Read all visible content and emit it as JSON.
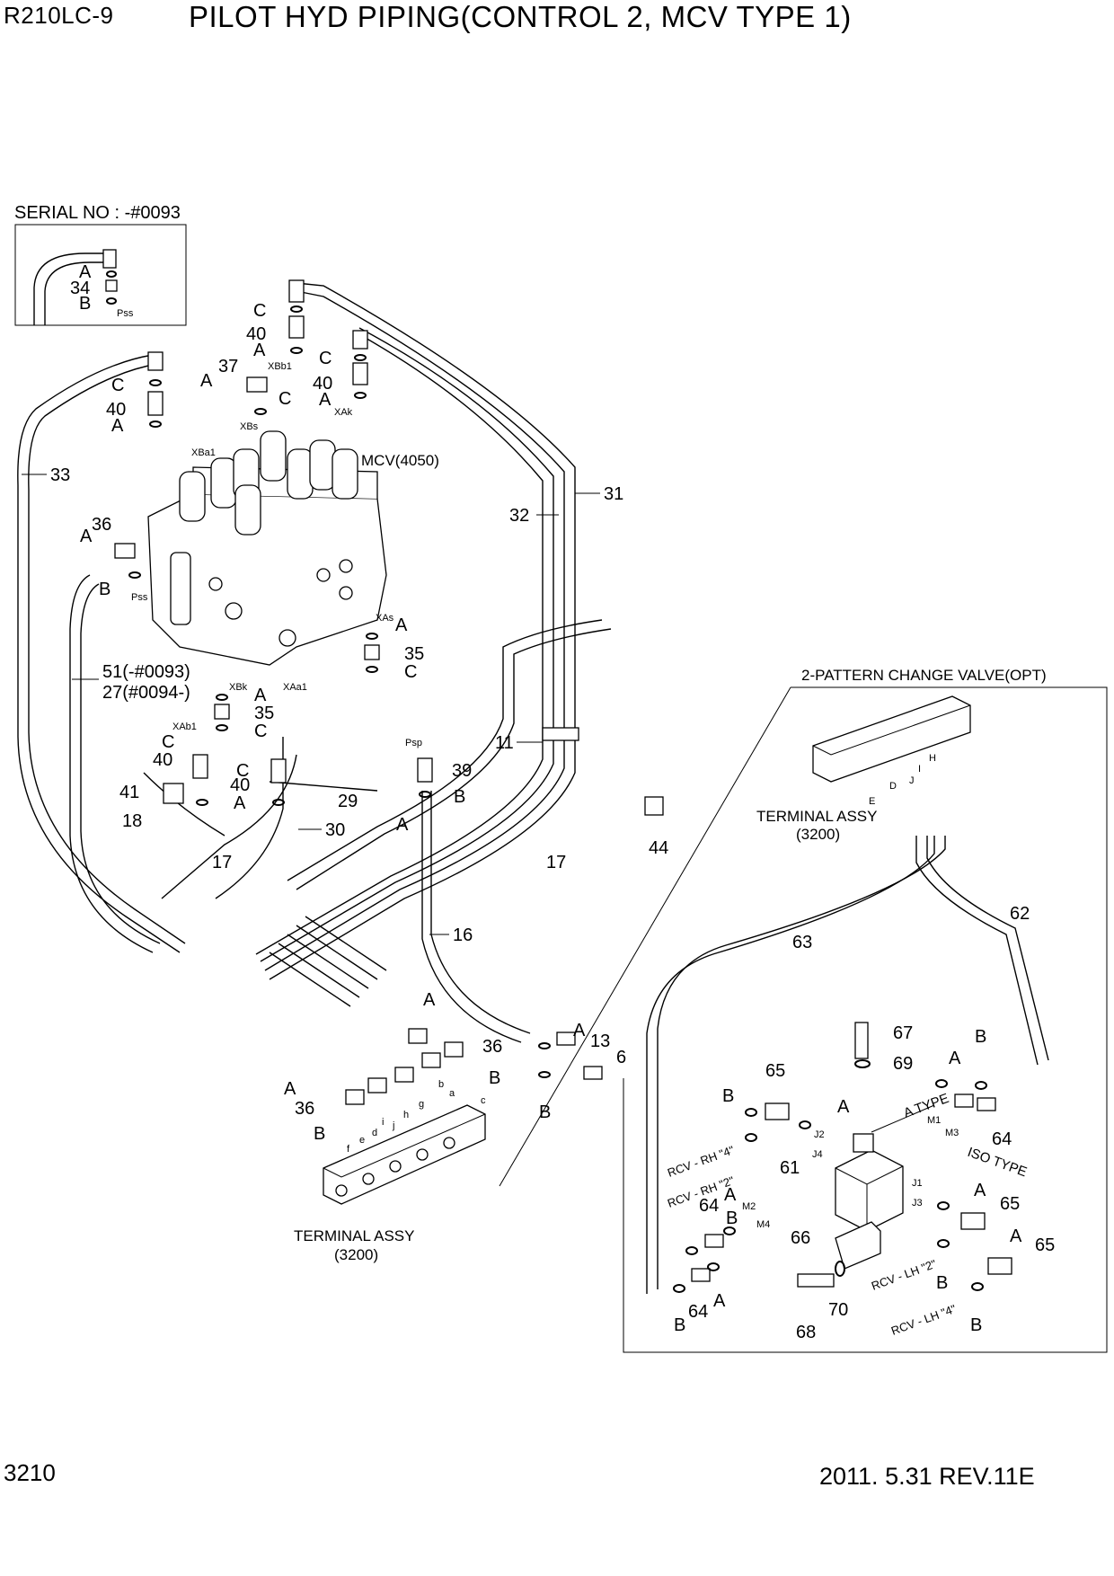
{
  "header": {
    "model": "R210LC-9",
    "title": "PILOT HYD PIPING(CONTROL 2, MCV TYPE 1)"
  },
  "footer": {
    "page_number": "3210",
    "revision": "2011. 5.31  REV.11E"
  },
  "inset": {
    "serial_label": "SERIAL NO : -#0093",
    "labels": [
      "A",
      "34",
      "B"
    ],
    "port": "Pss"
  },
  "mcv": {
    "label": "MCV(4050)",
    "ports": [
      "XBb1",
      "XBs",
      "XBa1",
      "XAk",
      "XAs",
      "XBk",
      "XAa1",
      "XAb1",
      "Pss",
      "Psp"
    ]
  },
  "main_callouts": {
    "part_33": "33",
    "part_32": "32",
    "part_31": "31",
    "part_37": "37",
    "part_36": "36",
    "part_40": "40",
    "part_35": "35",
    "part_39": "39",
    "part_41": "41",
    "part_18": "18",
    "part_17": "17",
    "part_29": "29",
    "part_30": "30",
    "part_16": "16",
    "part_11": "11",
    "part_44": "44",
    "part_13": "13",
    "part_6": "6",
    "part_51_27_a": "51(-#0093)",
    "part_51_27_b": "27(#0094-)",
    "letter_A": "A",
    "letter_B": "B",
    "letter_C": "C"
  },
  "terminal_main": {
    "label": "TERMINAL ASSY",
    "sub": "(3200)",
    "ports": [
      "a",
      "b",
      "c",
      "d",
      "e",
      "f",
      "g",
      "h",
      "i",
      "j"
    ]
  },
  "pattern_valve": {
    "title": "2-PATTERN CHANGE VALVE(OPT)",
    "terminal_label": "TERMINAL ASSY",
    "terminal_sub": "(3200)",
    "parts": [
      "62",
      "63",
      "67",
      "69",
      "65",
      "61",
      "66",
      "64",
      "68",
      "70"
    ],
    "ports": [
      "J2",
      "J4",
      "J1",
      "J3",
      "M1",
      "M2",
      "M3",
      "M4",
      "H",
      "I",
      "J",
      "D",
      "E"
    ],
    "type_labels": [
      "A TYPE",
      "ISO TYPE"
    ],
    "rcv_labels": [
      "RCV - RH \"4\"",
      "RCV - RH \"2\"",
      "RCV - LH \"2\"",
      "RCV - LH \"4\""
    ]
  }
}
